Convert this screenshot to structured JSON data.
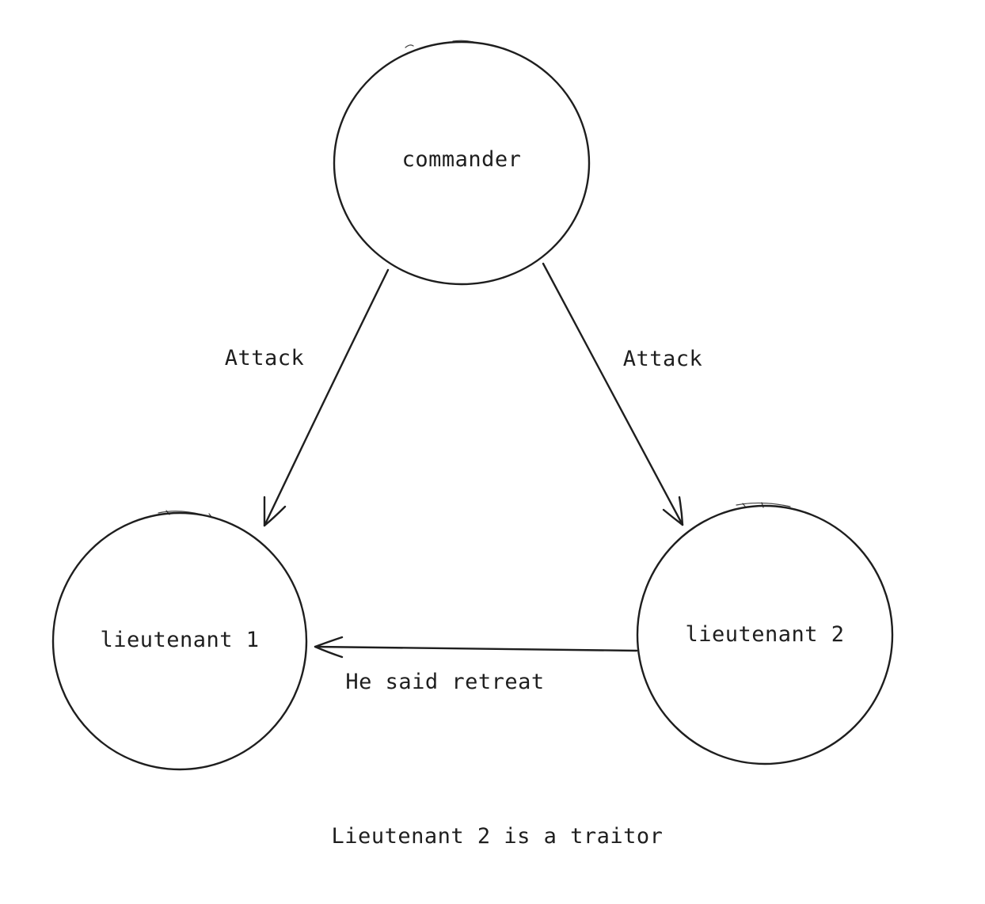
{
  "nodes": {
    "commander": "commander",
    "lieutenant1": "lieutenant 1",
    "lieutenant2": "lieutenant 2"
  },
  "edges": {
    "commander_to_lieutenant1": "Attack",
    "commander_to_lieutenant2": "Attack",
    "lieutenant2_to_lieutenant1": "He said retreat"
  },
  "footer": {
    "note": "Lieutenant 2 is a traitor"
  },
  "colors": {
    "stroke": "#1e1e1e",
    "background": "#ffffff"
  }
}
